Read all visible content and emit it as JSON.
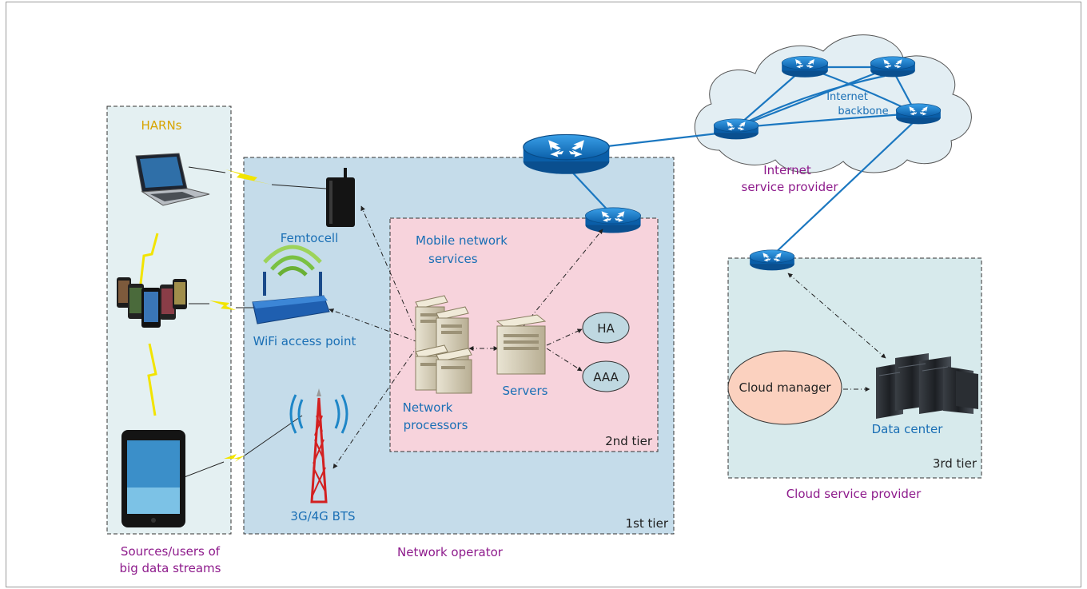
{
  "regions": {
    "harns": "HARNs",
    "sources_line1": "Sources/users of",
    "sources_line2": "big data streams",
    "network_operator": "Network operator",
    "tier1": "1st tier",
    "mobile_services_line1": "Mobile network",
    "mobile_services_line2": "services",
    "tier2": "2nd tier",
    "isp_line1": "Internet",
    "isp_line2": "service provider",
    "backbone_line1": "Internet",
    "backbone_line2": "backbone",
    "tier3": "3rd tier",
    "cloud_provider": "Cloud service provider"
  },
  "nodes": {
    "femtocell": "Femtocell",
    "wifi": "WiFi access point",
    "bts": "3G/4G BTS",
    "network_processors_line1": "Network",
    "network_processors_line2": "processors",
    "servers": "Servers",
    "ha": "HA",
    "aaa": "AAA",
    "cloud_manager": "Cloud manager",
    "data_center": "Data center"
  },
  "colors": {
    "blue_label": "#1a6fb5",
    "purple_label": "#8e1b8c",
    "gold_label": "#d8a400",
    "link_blue": "#1b77c0",
    "tier1_fill": "#c5dcea",
    "tier2_fill": "#f7d3dc",
    "sources_fill": "#e4f0f2",
    "tier3_fill": "#d7eaec",
    "cloud_manager_fill": "#fbd1bf",
    "ha_aaa_fill": "#bfd8e1"
  }
}
